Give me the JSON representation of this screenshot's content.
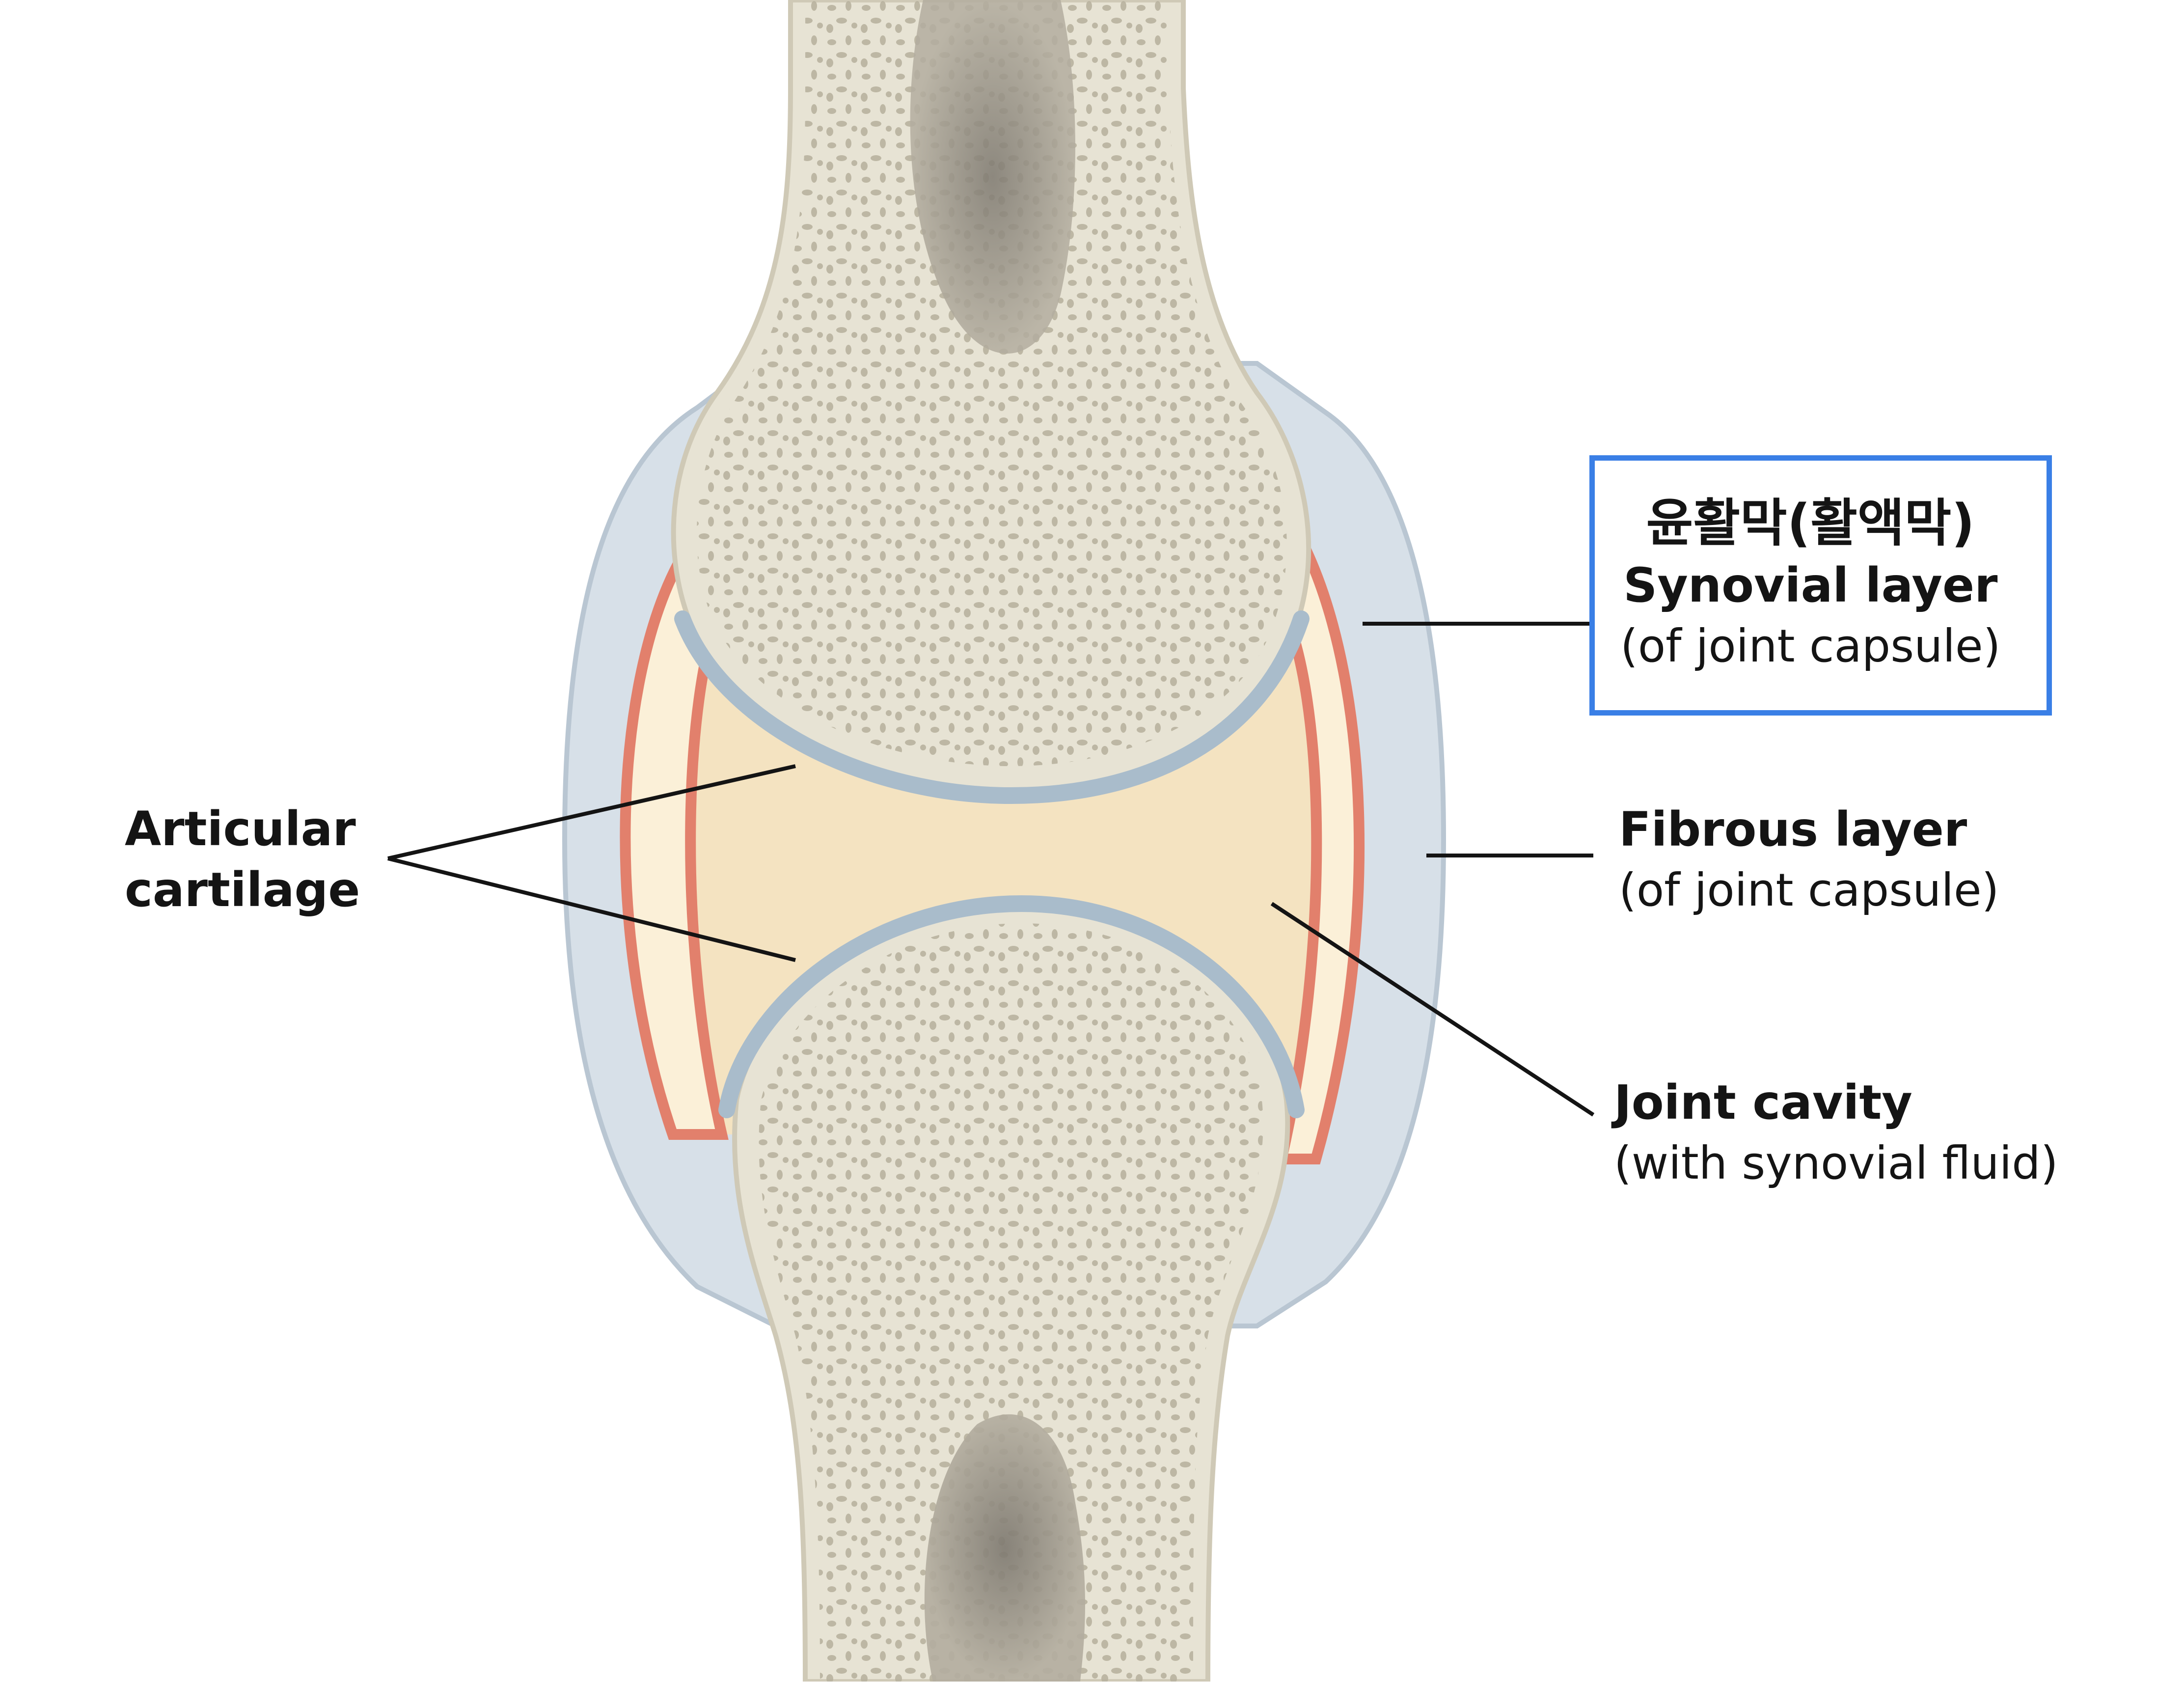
{
  "labels": {
    "articular_cartilage": {
      "line1": "Articular",
      "line2": "cartilage"
    },
    "synovial_layer": {
      "korean": "윤활막(활액막)",
      "title": "Synovial layer",
      "subtitle": "(of joint capsule)"
    },
    "fibrous_layer": {
      "title": "Fibrous layer",
      "subtitle": "(of joint capsule)"
    },
    "joint_cavity": {
      "title": "Joint cavity",
      "subtitle": "(with synovial fluid)"
    }
  },
  "colors": {
    "bone": "#e7e3d4",
    "bone_outline": "#cfc9b6",
    "trabecular_pore": "#b8b29f",
    "marrow": "#8f8a80",
    "cartilage": "#a9bccb",
    "synovial_membrane": "#e2806c",
    "synovial_fluid": "#f4e3c1",
    "fibrous_capsule": "#d7e0e8",
    "leader_line": "#141414",
    "highlight_box": "#3a7fe6"
  }
}
